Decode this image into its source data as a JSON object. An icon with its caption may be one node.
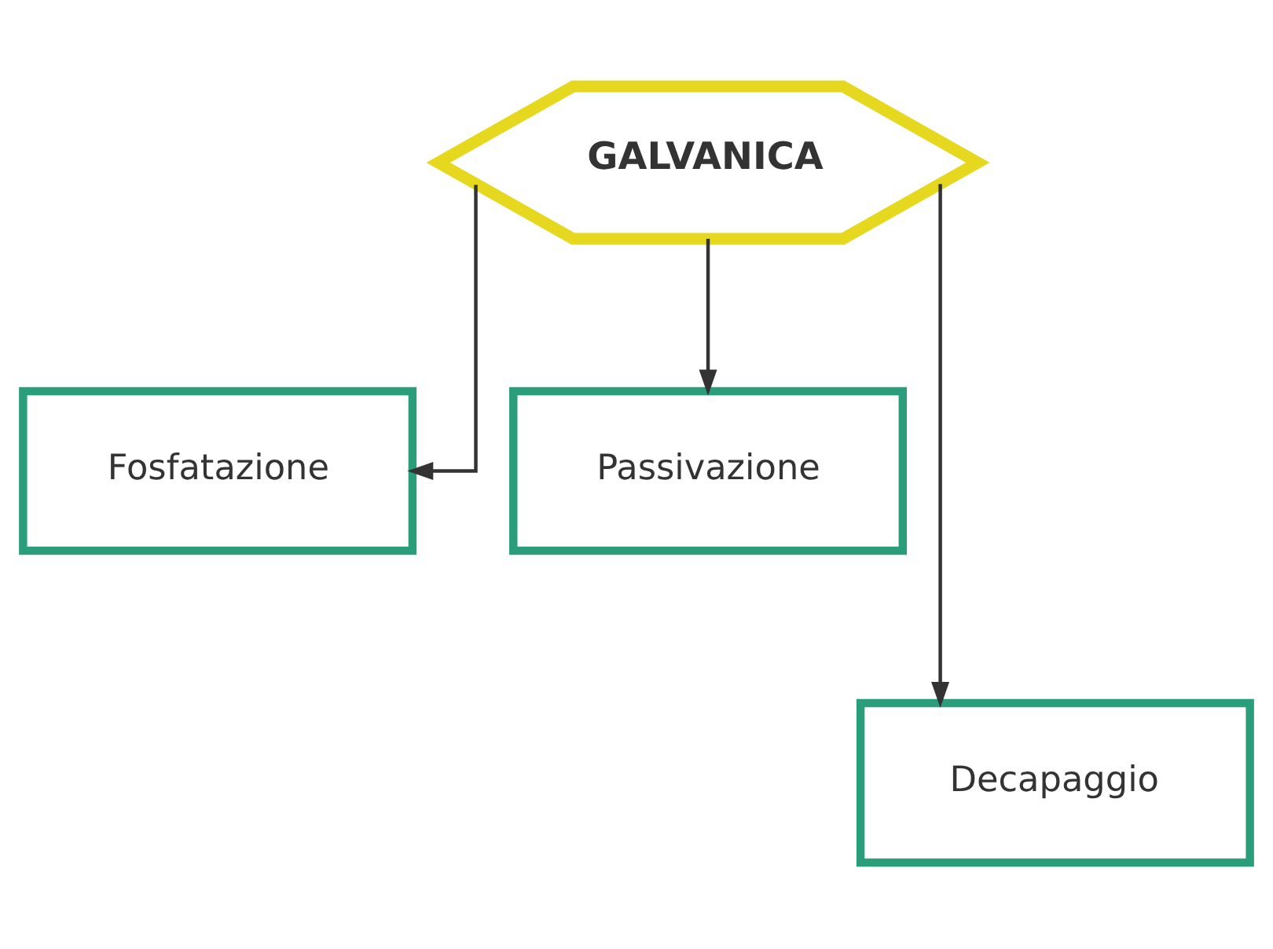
{
  "diagram": {
    "nodes": [
      {
        "text": [
          "GALVANICA"
        ]
      },
      {
        "text": [
          "Fosfatazione"
        ]
      },
      {
        "text": [
          "Passivazione"
        ]
      },
      {
        "text": [
          "Decapaggio"
        ]
      }
    ],
    "edges": [
      {
        "from": 0,
        "to": 1,
        "arrow": "to"
      },
      {
        "from": 0,
        "to": 2,
        "arrow": "to"
      },
      {
        "from": 0,
        "to": 3,
        "arrow": "to"
      }
    ]
  }
}
